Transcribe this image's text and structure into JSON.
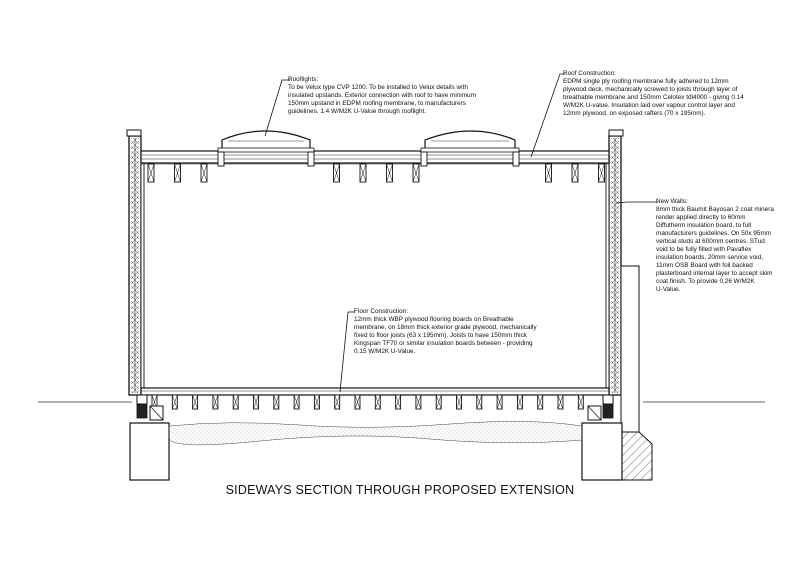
{
  "title": "SIDEWAYS SECTION THROUGH PROPOSED EXTENSION",
  "notes": {
    "rooflights": {
      "heading": "Rooflights:",
      "body": "To be Velux type CVP 1200. To be installed to Velux details with\ninsulated upstands. Exterior connection with roof to have minimum\n150mm upstand in EDPM roofing membrane, to manufacturers\nguidelines. 1.4 W/M2K U-Value through rooflight."
    },
    "roof_construction": {
      "heading": "Roof Construction:",
      "body": "EDPM single ply roofing membrane fully adhered to 12mm\nplywood deck, mechanically screwed to joists through layer of\nbreathable membrane and 150mm Celotex tdl4000 - giving 0.14\nW/M2K U-value. Insulation laid over vapour control layer and\n12mm plywood, on exposed rafters (70 x 195mm)."
    },
    "new_walls": {
      "heading": "New Walls:",
      "body": "8mm thick Baumit Bayosan 2 coat minera\nrender applied directly to 60mm\nDiffutherm insulation board, to full\nmanufacturers guidelines. On 50x 95mm\nvertical studs at 600mm centres. STud\nvoid to be fully filled with Pavaflex\ninsulation boards. 20mm service void,\n11mm OSB Board with foil backed\nplasterboard internal layer to accept skim\ncoat finish. To provide 0.26 W/M2K\nU-Value."
    },
    "floor_construction": {
      "heading": "Floor Construction:",
      "body": "12mm thick WBP plywood flooring boards on Breathable\nmembrane, on 18mm thick exterior grade plywood, mechanically\nfixed to floor joists (63 x 195mm). Joists to have 150mm thick\nKingspan TF70 or similar insulation boards between - providing\n0.15 W/M2K U-Value."
    }
  }
}
